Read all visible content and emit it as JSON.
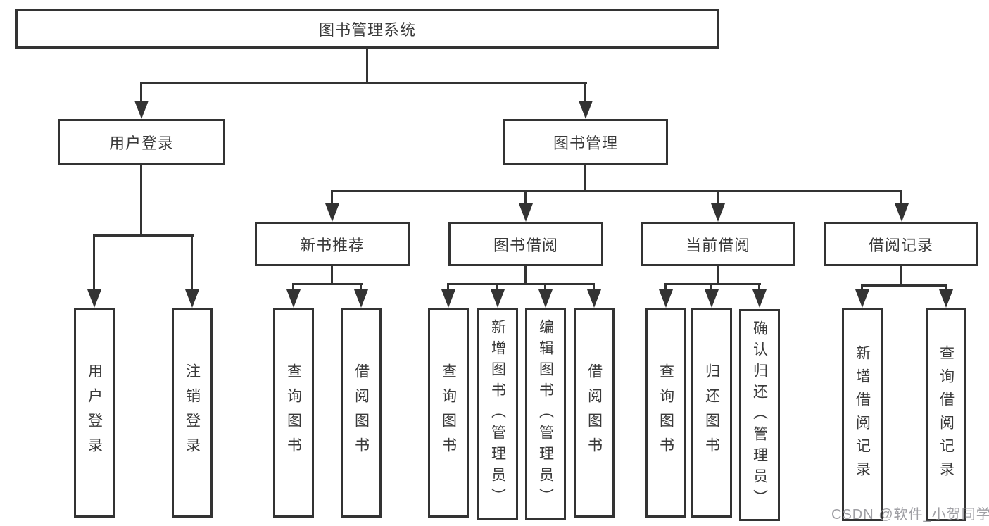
{
  "diagram_title": "图书管理系统",
  "tree": {
    "root": "图书管理系统",
    "branches": [
      {
        "label": "用户登录",
        "children": [
          {
            "label": "用户登录"
          },
          {
            "label": "注销登录"
          }
        ]
      },
      {
        "label": "图书管理",
        "children": [
          {
            "label": "新书推荐",
            "children": [
              {
                "label": "查询图书"
              },
              {
                "label": "借阅图书"
              }
            ]
          },
          {
            "label": "图书借阅",
            "children": [
              {
                "label": "查询图书"
              },
              {
                "label": "新增图书（管理员）"
              },
              {
                "label": "编辑图书（管理员）"
              },
              {
                "label": "借阅图书"
              }
            ]
          },
          {
            "label": "当前借阅",
            "children": [
              {
                "label": "查询图书"
              },
              {
                "label": "归还图书"
              },
              {
                "label": "确认归还（管理员）"
              }
            ]
          },
          {
            "label": "借阅记录",
            "children": [
              {
                "label": "新增借阅记录"
              },
              {
                "label": "查询借阅记录"
              }
            ]
          }
        ]
      }
    ]
  },
  "watermark": {
    "text": "CSDN @软件_小贺同学"
  },
  "colors": {
    "line": "#333333",
    "text": "#3a3a3a",
    "background": "#ffffff",
    "watermark": "#8e8e94"
  }
}
